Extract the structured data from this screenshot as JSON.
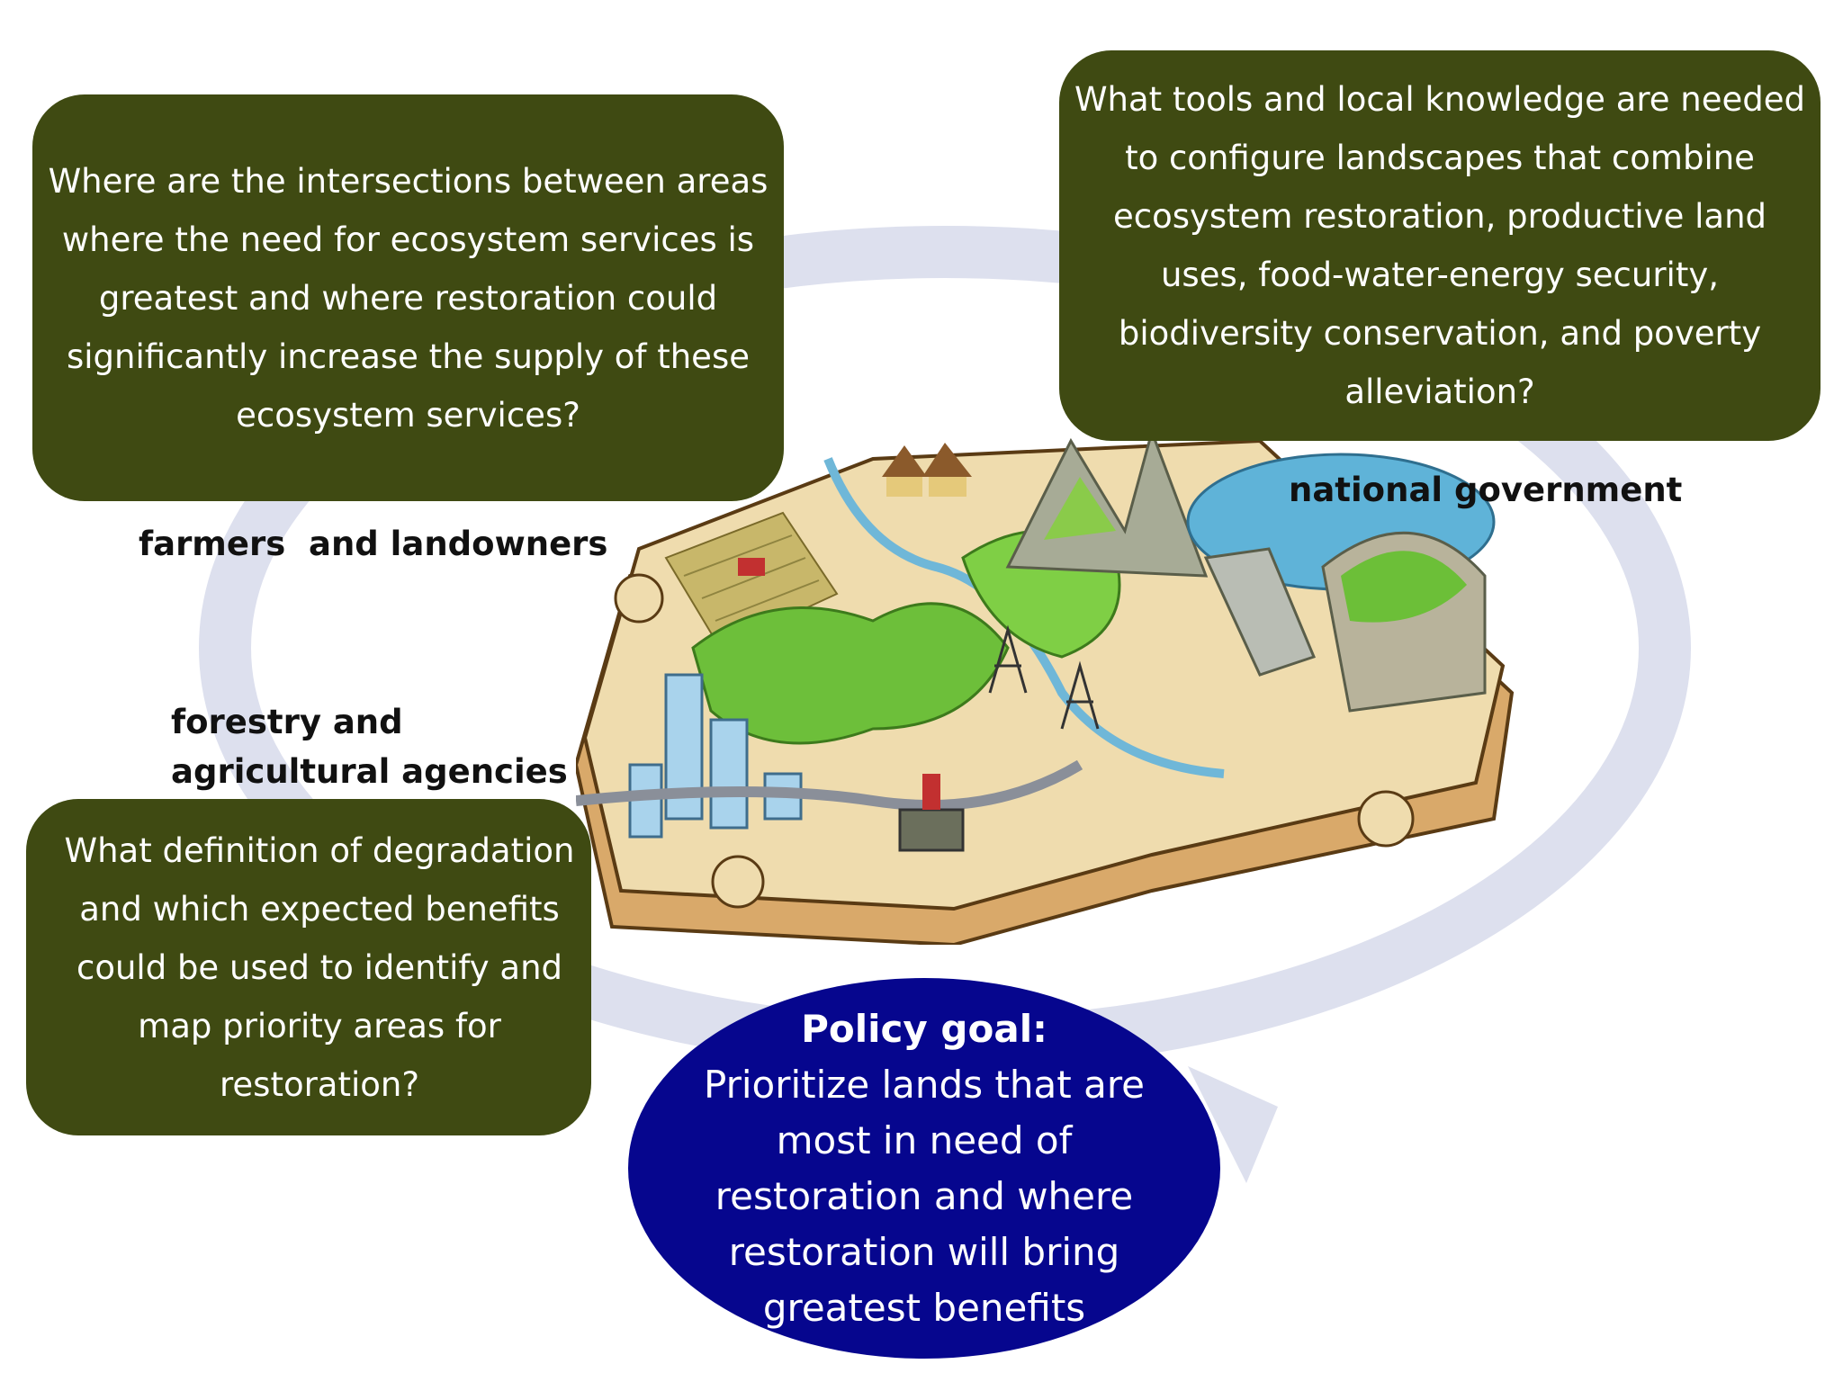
{
  "questions": {
    "intersections": "Where are the intersections between areas where the need for ecosystem services is greatest and where restoration could significantly increase the supply of these ecosystem services?",
    "tools": "What tools and local knowledge are needed to configure landscapes that combine ecosystem restoration, productive land uses, food-water-energy security, biodiversity conservation, and poverty alleviation?",
    "definition": "What definition of degradation and which expected benefits could be used to identify and map priority areas for restoration?"
  },
  "stakeholders": {
    "farmers": "farmers  and landowners",
    "national": "national government",
    "forestry": "forestry and agricultural agencies"
  },
  "policy_goal": {
    "title": "Policy goal:",
    "text": "Prioritize lands that are most in need of restoration and where restoration will bring greatest benefits"
  },
  "colors": {
    "question_box": "#3f4a12",
    "goal_ellipse": "#06068e",
    "cycle_arrow": "#dde0ee"
  }
}
